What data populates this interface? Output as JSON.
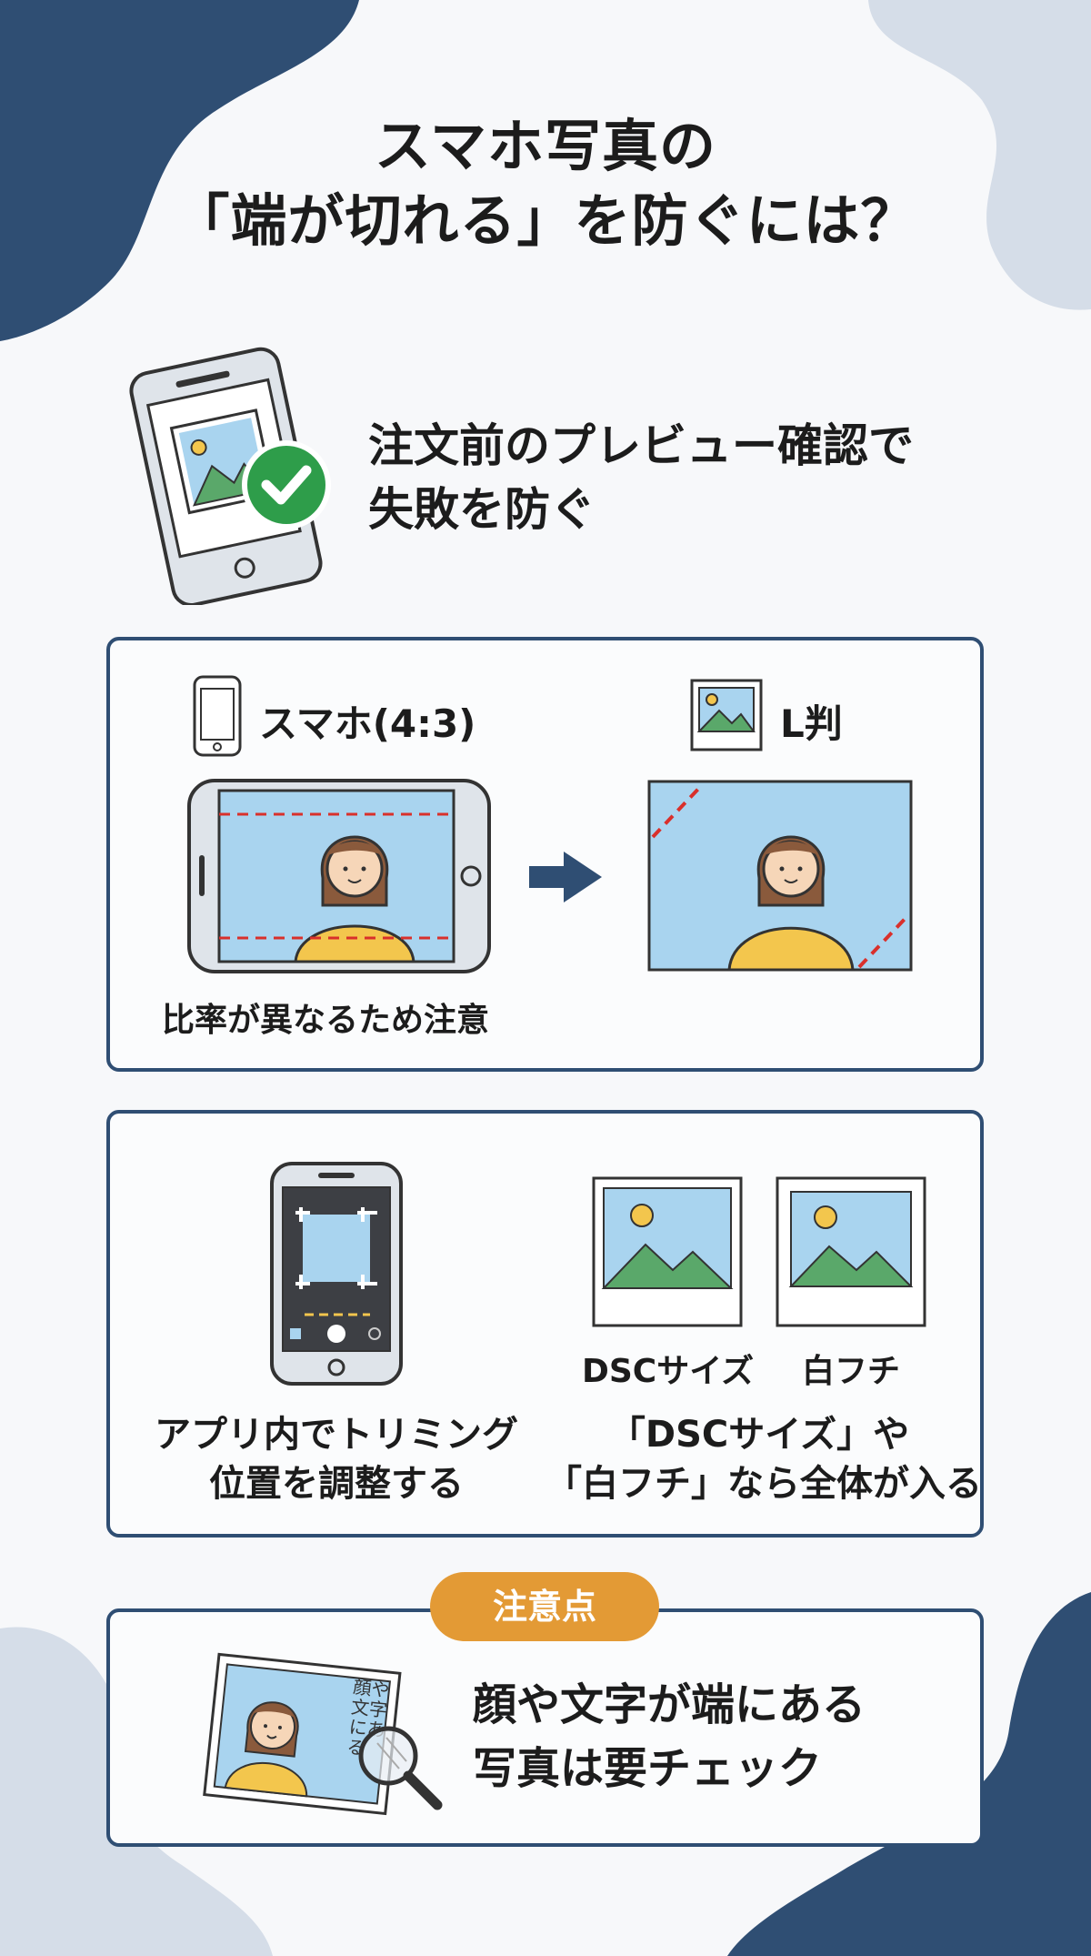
{
  "title": {
    "line1": "スマホ写真の",
    "line2": "「端が切れる」を防ぐには？"
  },
  "lead": {
    "line1": "注文前のプレビュー確認で",
    "line2": "失敗を防ぐ"
  },
  "ratio_panel": {
    "smartphone_label": "スマホ(4:3)",
    "l_size_label": "L判",
    "caption": "比率が異なるため注意"
  },
  "solutions_panel": {
    "trim_caption_line1": "アプリ内でトリミング",
    "trim_caption_line2": "位置を調整する",
    "dsc_label": "DSCサイズ",
    "white_border_label": "白フチ",
    "full_caption_line1": "「DSCサイズ」や",
    "full_caption_line2": "「白フチ」なら全体が入る"
  },
  "caution": {
    "badge": "注意点",
    "line1": "顔や文字が端にある",
    "line2": "写真は要チェック",
    "photo_handwriting": "顔や 文字 にある"
  },
  "colors": {
    "navy": "#2f4e73",
    "orange": "#e39a35",
    "sky": "#a9d4ef",
    "green_check": "#2e9d4a",
    "red_dash": "#d9302b"
  }
}
